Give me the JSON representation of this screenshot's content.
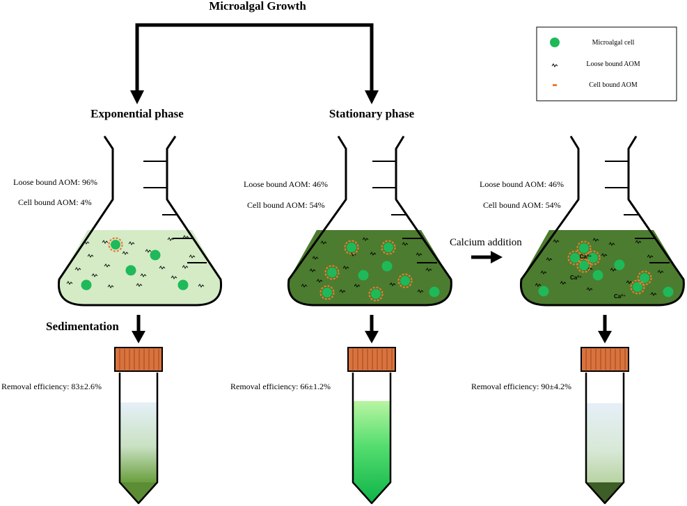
{
  "title": "Microalgal Growth",
  "phases": {
    "exponential": "Exponential phase",
    "stationary": "Stationary phase"
  },
  "legend": {
    "cell": "Microalgal cell",
    "loose": "Loose bound AOM",
    "bound": "Cell bound AOM"
  },
  "flasks": [
    {
      "loose": "Loose bound AOM: 96%",
      "cell": "Cell bound AOM: 4%",
      "liquid_color": "#d4ebc6"
    },
    {
      "loose": "Loose bound AOM: 46%",
      "cell": "Cell bound AOM: 54%",
      "liquid_color": "#4c7c2f"
    },
    {
      "loose": "Loose bound AOM: 46%",
      "cell": "Cell bound AOM: 54%",
      "liquid_color": "#4c7c2f"
    }
  ],
  "calcium_addition": "Calcium addition",
  "ca_label": "Ca²⁺",
  "sedimentation": "Sedimentation",
  "tubes": [
    {
      "efficiency": "Removal  efficiency:  83±2.6%"
    },
    {
      "efficiency": "Removal  efficiency:  66±1.2%"
    },
    {
      "efficiency": "Removal  efficiency:  90±4.2%"
    }
  ],
  "colors": {
    "cell": "#1fb95a",
    "bound_aom": "#e87d2f",
    "cap": "#d9733e",
    "tube1_sediment": "#5c8c34",
    "tube3_sediment": "#3d5e26"
  }
}
